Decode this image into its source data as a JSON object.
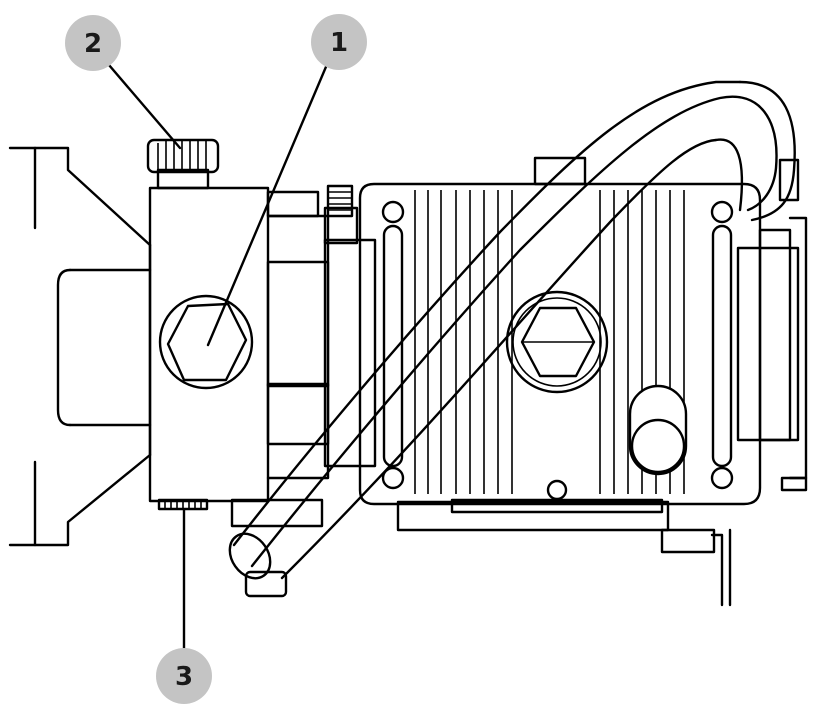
{
  "callouts": [
    {
      "label": "1"
    },
    {
      "label": "2"
    },
    {
      "label": "3"
    }
  ],
  "colors": {
    "line": "#000000",
    "callout_fill": "#c4c4c4",
    "callout_text": "#1a1a1a",
    "background": "#ffffff"
  }
}
